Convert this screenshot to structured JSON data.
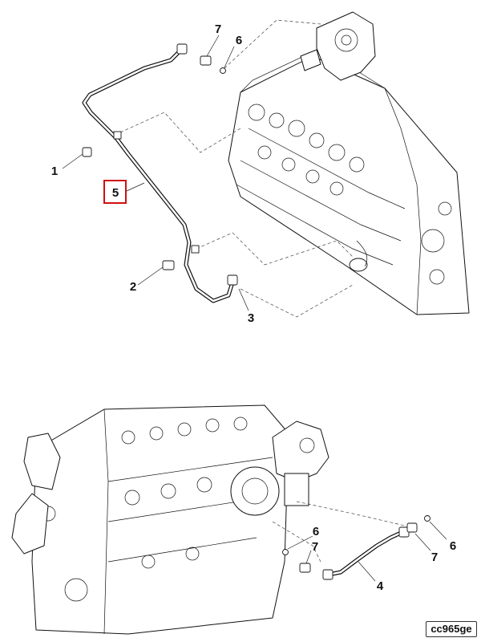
{
  "diagram": {
    "top_view_callouts": [
      {
        "id": "callout-7-top",
        "text": "7"
      },
      {
        "id": "callout-6-top",
        "text": "6"
      },
      {
        "id": "callout-1",
        "text": "1"
      },
      {
        "id": "callout-5",
        "text": "5"
      },
      {
        "id": "callout-2",
        "text": "2"
      },
      {
        "id": "callout-3",
        "text": "3"
      }
    ],
    "bottom_view_callouts": [
      {
        "id": "callout-6-mid",
        "text": "6"
      },
      {
        "id": "callout-7-mid",
        "text": "7"
      },
      {
        "id": "callout-4",
        "text": "4"
      },
      {
        "id": "callout-7-right",
        "text": "7"
      },
      {
        "id": "callout-6-right",
        "text": "6"
      }
    ],
    "highlighted_callout": "5",
    "highlight_color": "#d01010",
    "drawing_code": "cc965ge"
  }
}
